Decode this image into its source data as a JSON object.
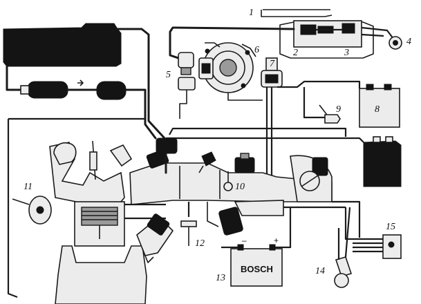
{
  "labels": {
    "c1": "1",
    "c2": "2",
    "c3": "3",
    "c4": "4",
    "c5": "5",
    "c6": "6",
    "c7": "7",
    "c8": "8",
    "c9": "9",
    "c10": "10",
    "c11": "11",
    "c12": "12",
    "c13": "13",
    "c14": "14",
    "c15": "15"
  },
  "battery": {
    "brand": "BOSCH",
    "minus": "–",
    "plus": "+"
  },
  "colors": {
    "ink": "#1a1a1a",
    "paper": "#ffffff"
  }
}
